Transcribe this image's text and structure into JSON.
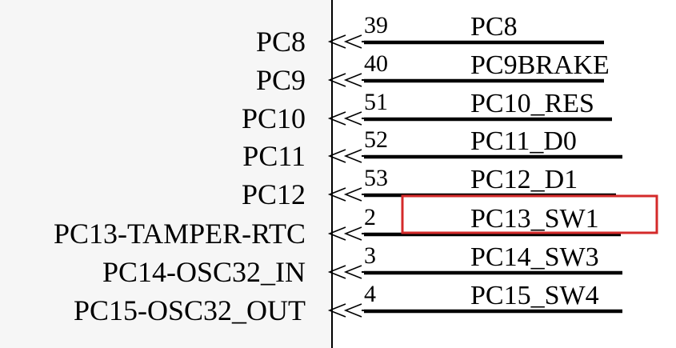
{
  "component_body": {
    "fill": "#f6f6f6",
    "outline": "#000000"
  },
  "pins": [
    {
      "name": "PC8",
      "number": "39",
      "net": "PC8",
      "highlighted": false
    },
    {
      "name": "PC9",
      "number": "40",
      "net": "PC9BRAKE",
      "highlighted": false
    },
    {
      "name": "PC10",
      "number": "51",
      "net": "PC10_RES",
      "highlighted": false
    },
    {
      "name": "PC11",
      "number": "52",
      "net": "PC11_D0",
      "highlighted": false
    },
    {
      "name": "PC12",
      "number": "53",
      "net": "PC12_D1",
      "highlighted": false
    },
    {
      "name": "PC13-TAMPER-RTC",
      "number": "2",
      "net": "PC13_SW1",
      "highlighted": true
    },
    {
      "name": "PC14-OSC32_IN",
      "number": "3",
      "net": "PC14_SW3",
      "highlighted": false
    },
    {
      "name": "PC15-OSC32_OUT",
      "number": "4",
      "net": "PC15_SW4",
      "highlighted": false
    }
  ],
  "colors": {
    "wire": "#000000",
    "highlight_box": "#d42a2a"
  }
}
